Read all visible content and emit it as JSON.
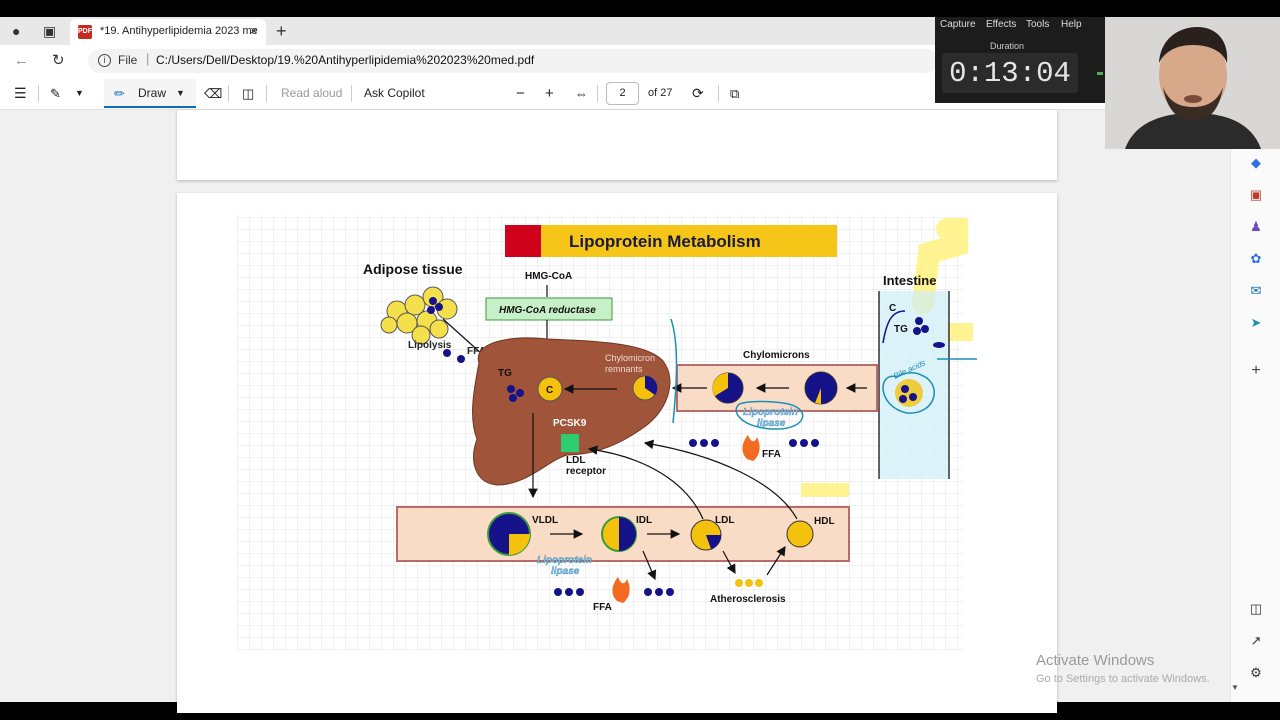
{
  "tab": {
    "title": "*19. Antihyperlipidemia 2023 me",
    "pdf_badge": "PDF",
    "close": "×",
    "new": "+"
  },
  "address": {
    "info": "i",
    "scheme_label": "File",
    "url": "C:/Users/Dell/Desktop/19.%20Antihyperlipidemia%202023%20med.pdf"
  },
  "toolbar": {
    "draw_label": "Draw",
    "read_aloud": "Read aloud",
    "ask_copilot": "Ask Copilot",
    "page_value": "2",
    "page_total": "of 27"
  },
  "diagram": {
    "title": "Lipoprotein Metabolism",
    "labels": {
      "adipose": "Adipose tissue",
      "hmg_coa": "HMG-CoA",
      "hmg_reductase": "HMG-CoA reductase",
      "intestine": "Intestine",
      "lipolysis": "Lipolysis",
      "ffa": "FFA",
      "tg": "TG",
      "c": "C",
      "chylomicron_remnants_1": "Chylomicron",
      "chylomicron_remnants_2": "remnants",
      "chylomicrons": "Chylomicrons",
      "pcsk9": "PCSK9",
      "ldl_receptor_1": "LDL",
      "ldl_receptor_2": "receptor",
      "lipoprotein_1": "Lipoprotein",
      "lipoprotein_2": "lipase",
      "vldl": "VLDL",
      "idl": "IDL",
      "ldl": "LDL",
      "hdl": "HDL",
      "atherosclerosis": "Atherosclerosis",
      "bile_acids": "Bile acids"
    }
  },
  "recorder": {
    "menu": [
      "Capture",
      "Effects",
      "Tools",
      "Help"
    ],
    "duration_label": "Duration",
    "time": "0:13:04"
  },
  "watermark": {
    "line1": "Activate Windows",
    "line2": "Go to Settings to activate Windows."
  },
  "colors": {
    "accent": "#0f6cbd",
    "title_bar_red": "#d0021b",
    "title_bar_yellow": "#f5c518",
    "hmg_box_green": "#c8f0c8",
    "ldl_receptor_green": "#2ecc71",
    "navy": "#15128a",
    "yellow": "#f4c20d",
    "vessel": "#f9dcc6",
    "liver": "#a0553b",
    "annotation_blue": "#1b8fb8",
    "highlight_yellow": "#fff176"
  }
}
